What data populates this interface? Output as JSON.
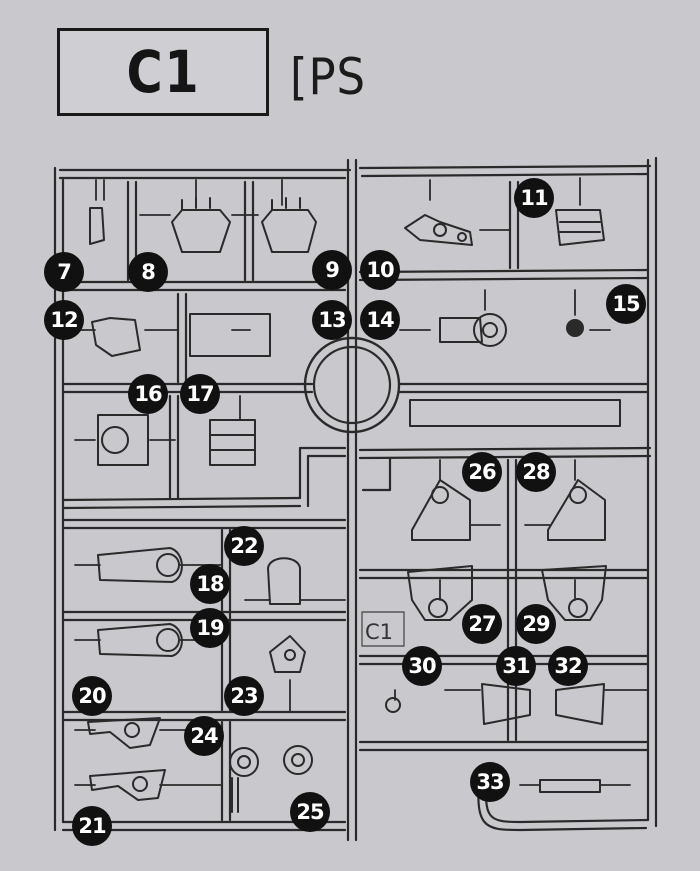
{
  "sheet": {
    "runner_code": "C1",
    "material": "[PS",
    "sprue_tag": "C1"
  },
  "parts": [
    "7",
    "8",
    "9",
    "10",
    "11",
    "12",
    "13",
    "14",
    "15",
    "16",
    "17",
    "18",
    "19",
    "20",
    "21",
    "22",
    "23",
    "24",
    "25",
    "26",
    "27",
    "28",
    "29",
    "30",
    "31",
    "32",
    "33"
  ],
  "colors": {
    "background": "#c9c8cd",
    "ink": "#1a1a1a",
    "badge": "#111111"
  }
}
